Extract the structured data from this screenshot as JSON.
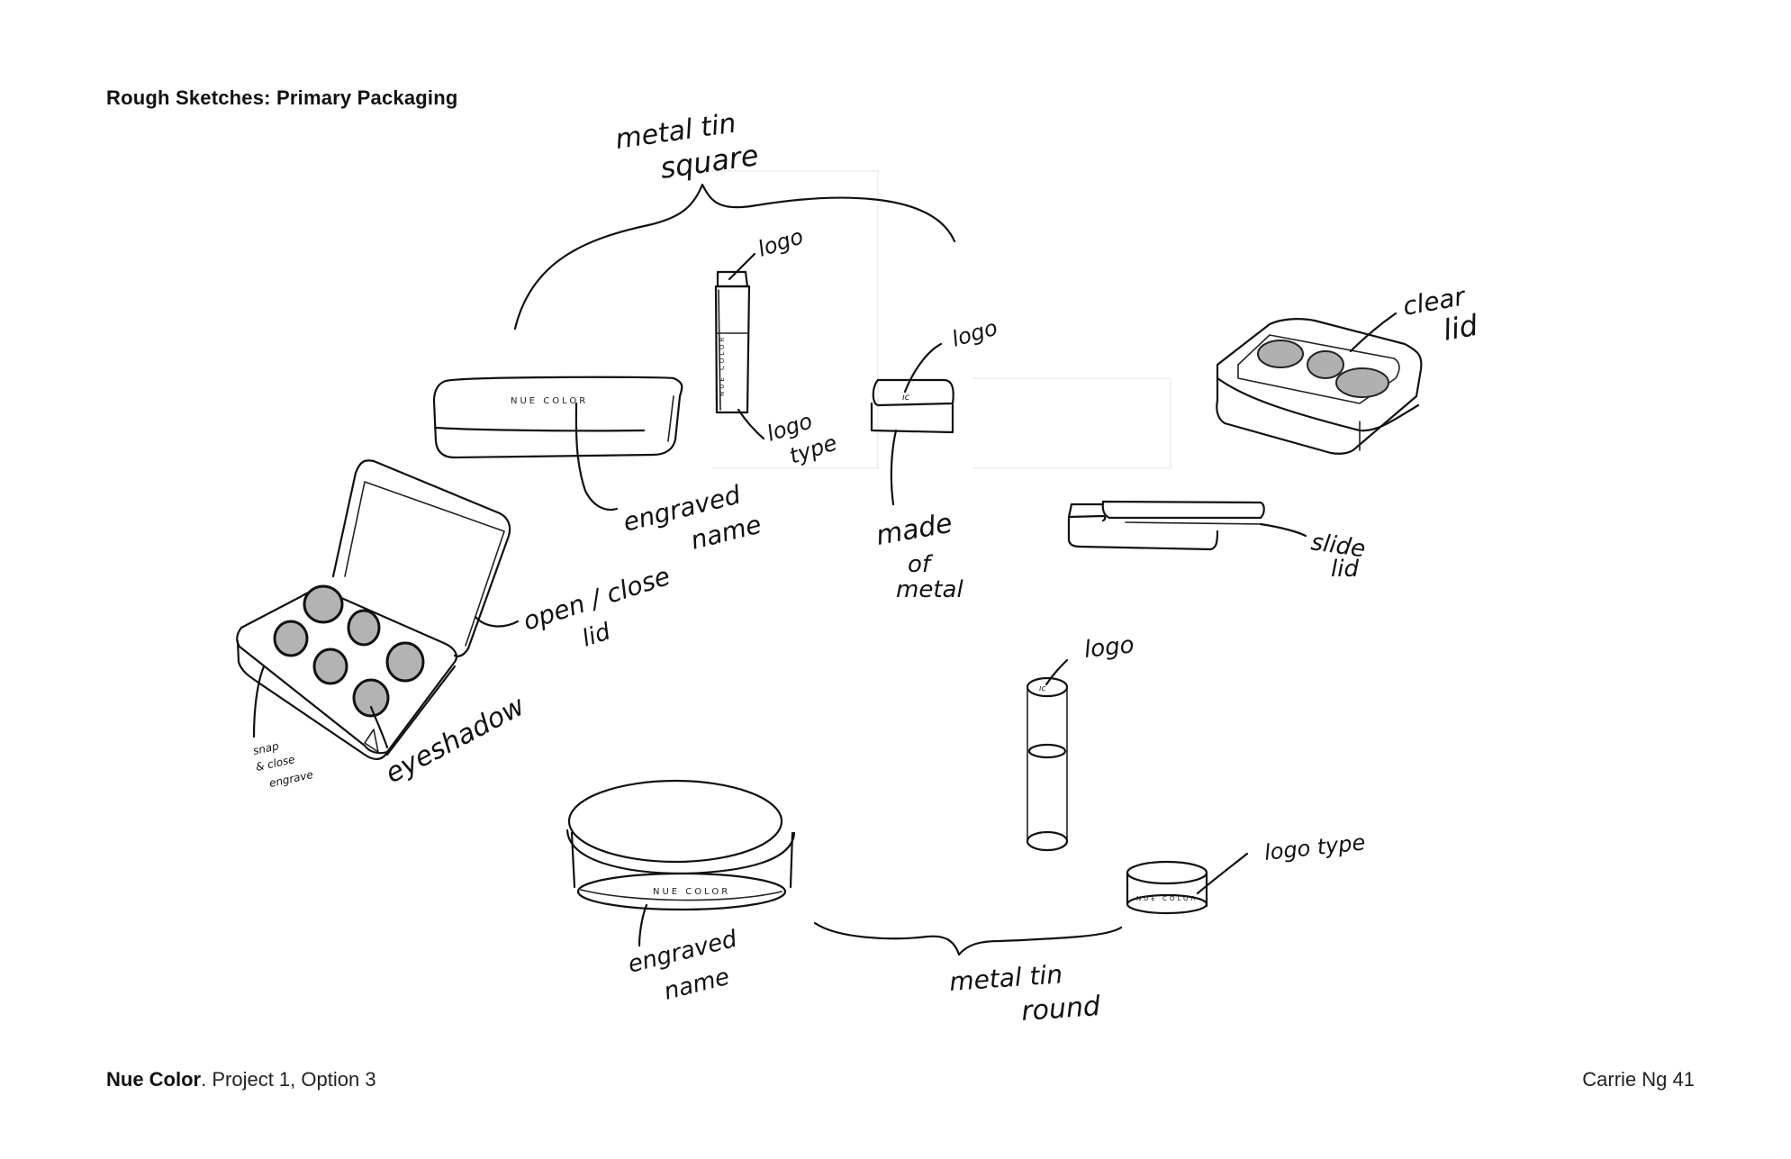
{
  "page": {
    "title": "Rough Sketches: Primary Packaging",
    "footer": {
      "brand": "Nue Color",
      "project": ". Project 1, Option 3",
      "author_page": "Carrie Ng 41"
    }
  },
  "annotations": {
    "group_square": [
      "metal  tin",
      "square"
    ],
    "group_round": [
      "metal  tin",
      "round"
    ],
    "flat_tin_engraving": "NUE COLOR",
    "flat_tin_label": [
      "engraved",
      "name"
    ],
    "tall_tin_top": "logo",
    "tall_tin_bottom": [
      "logo",
      "type"
    ],
    "small_cube_top": "logo",
    "small_cube_label": [
      "made",
      "of",
      "metal"
    ],
    "palette_lid": [
      "open / close",
      "lid"
    ],
    "palette_snap": [
      "snap",
      "& close",
      "engrave"
    ],
    "palette_pans": "eyeshadow",
    "clear_lid_label": [
      "clear",
      "lid"
    ],
    "slide_lid_label": [
      "slide",
      "lid"
    ],
    "round_tin_engraving": "NUE COLOR",
    "round_tin_label": [
      "engraved",
      "name"
    ],
    "tube_top": "logo",
    "small_round_engraving": "NUE COLOR",
    "small_round_label": "logo type"
  },
  "colors": {
    "ink": "#111111",
    "pan_fill": "#b3b3b3",
    "background": "#ffffff"
  }
}
